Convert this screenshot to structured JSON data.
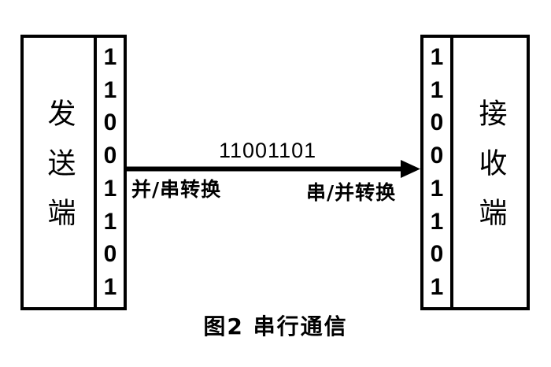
{
  "figure": {
    "caption": "图2  串行通信",
    "caption_number": "图2",
    "caption_title": "串行通信",
    "background_color": "#ffffff",
    "stroke_color": "#000000"
  },
  "sender": {
    "label": "发送端",
    "bits": [
      "1",
      "1",
      "0",
      "0",
      "1",
      "1",
      "0",
      "1"
    ],
    "bits_string": "11001101"
  },
  "receiver": {
    "label": "接收端",
    "bits": [
      "1",
      "1",
      "0",
      "0",
      "1",
      "1",
      "0",
      "1"
    ],
    "bits_string": "11001101"
  },
  "link": {
    "stream_value": "11001101",
    "parallel_to_serial_label": "并/串转换",
    "serial_to_parallel_label": "串/并转换",
    "direction": "left-to-right"
  }
}
